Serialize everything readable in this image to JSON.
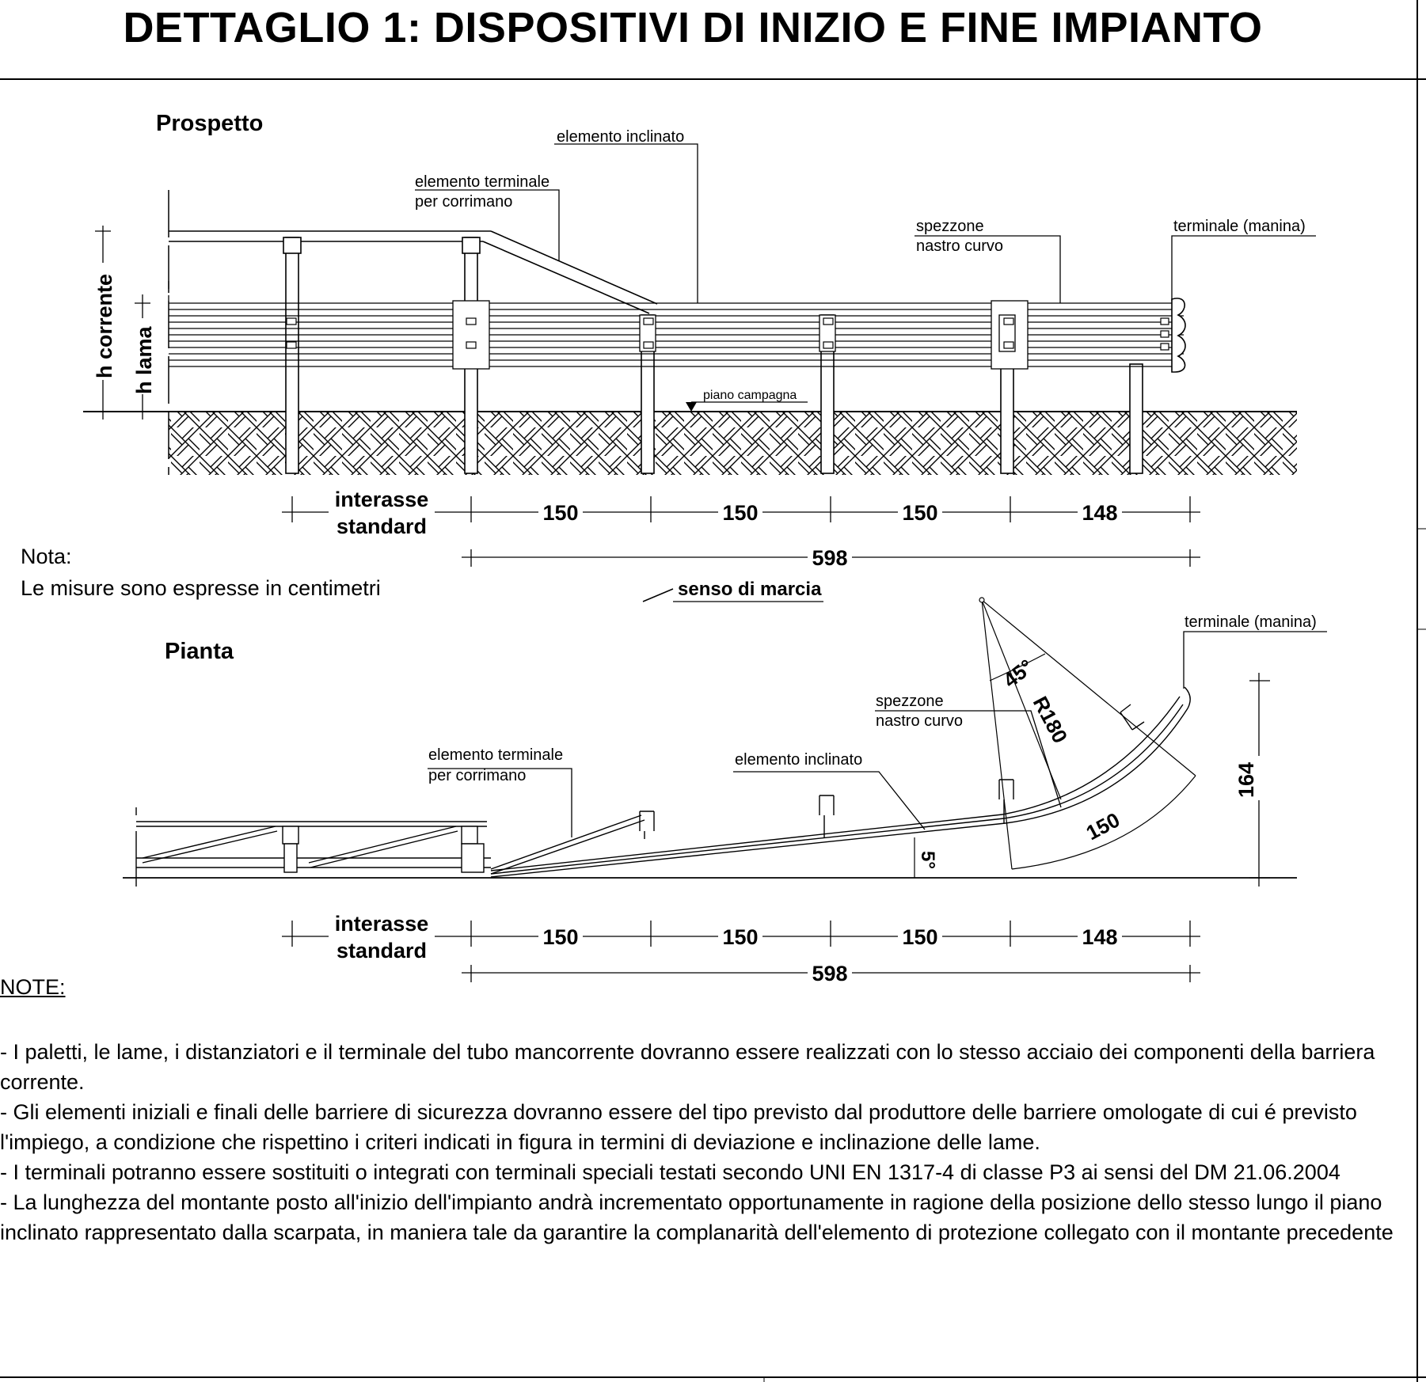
{
  "title": "DETTAGLIO 1:    DISPOSITIVI DI INIZIO E FINE IMPIANTO",
  "prospetto": {
    "heading": "Prospetto",
    "label_elemento_inclinato": "elemento inclinato",
    "label_elemento_terminale_1": "elemento terminale",
    "label_elemento_terminale_2": "per corrimano",
    "label_spezzone_1": "spezzone",
    "label_spezzone_2": "nastro curvo",
    "label_terminale": "terminale (manina)",
    "label_h_corrente": "h corrente",
    "label_h_lama": "h lama",
    "label_piano_campagna": "piano campagna",
    "dim_interasse_1": "interasse",
    "dim_interasse_2": "standard",
    "dims": [
      "150",
      "150",
      "150",
      "148"
    ],
    "dim_total": "598"
  },
  "nota": {
    "line1": "Nota:",
    "line2": "Le misure sono espresse in centimetri"
  },
  "senso_di_marcia": "senso di marcia",
  "pianta": {
    "heading": "Pianta",
    "label_terminale": "terminale (manina)",
    "label_spezzone_1": "spezzone",
    "label_spezzone_2": "nastro curvo",
    "label_elemento_inclinato": "elemento inclinato",
    "label_elemento_terminale_1": "elemento terminale",
    "label_elemento_terminale_2": "per corrimano",
    "angle_45": "45°",
    "radius": "R180",
    "arc_length": "150",
    "height": "164",
    "angle_5": "5°",
    "dim_interasse_1": "interasse",
    "dim_interasse_2": "standard",
    "dims": [
      "150",
      "150",
      "150",
      "148"
    ],
    "dim_total": "598"
  },
  "notes": {
    "title": "NOTE:",
    "items": [
      "- I paletti, le lame, i distanziatori e il terminale del tubo mancorrente dovranno essere realizzati con lo stesso acciaio dei componenti della barriera corrente.",
      "- Gli elementi iniziali e finali delle barriere di sicurezza dovranno essere del tipo previsto dal produttore delle barriere omologate di cui é previsto l'impiego, a condizione che rispettino i criteri indicati in figura in termini di deviazione e inclinazione delle lame.",
      "- I terminali potranno essere sostituiti o integrati con terminali speciali testati secondo UNI EN 1317-4 di classe P3 ai sensi del DM 21.06.2004",
      "- La lunghezza del montante posto all'inizio dell'impianto andrà incrementato opportunamente in ragione della posizione dello stesso lungo il piano inclinato rappresentato dalla scarpata, in maniera tale da garantire la complanarità dell'elemento di protezione collegato con il montante precedente"
    ]
  }
}
